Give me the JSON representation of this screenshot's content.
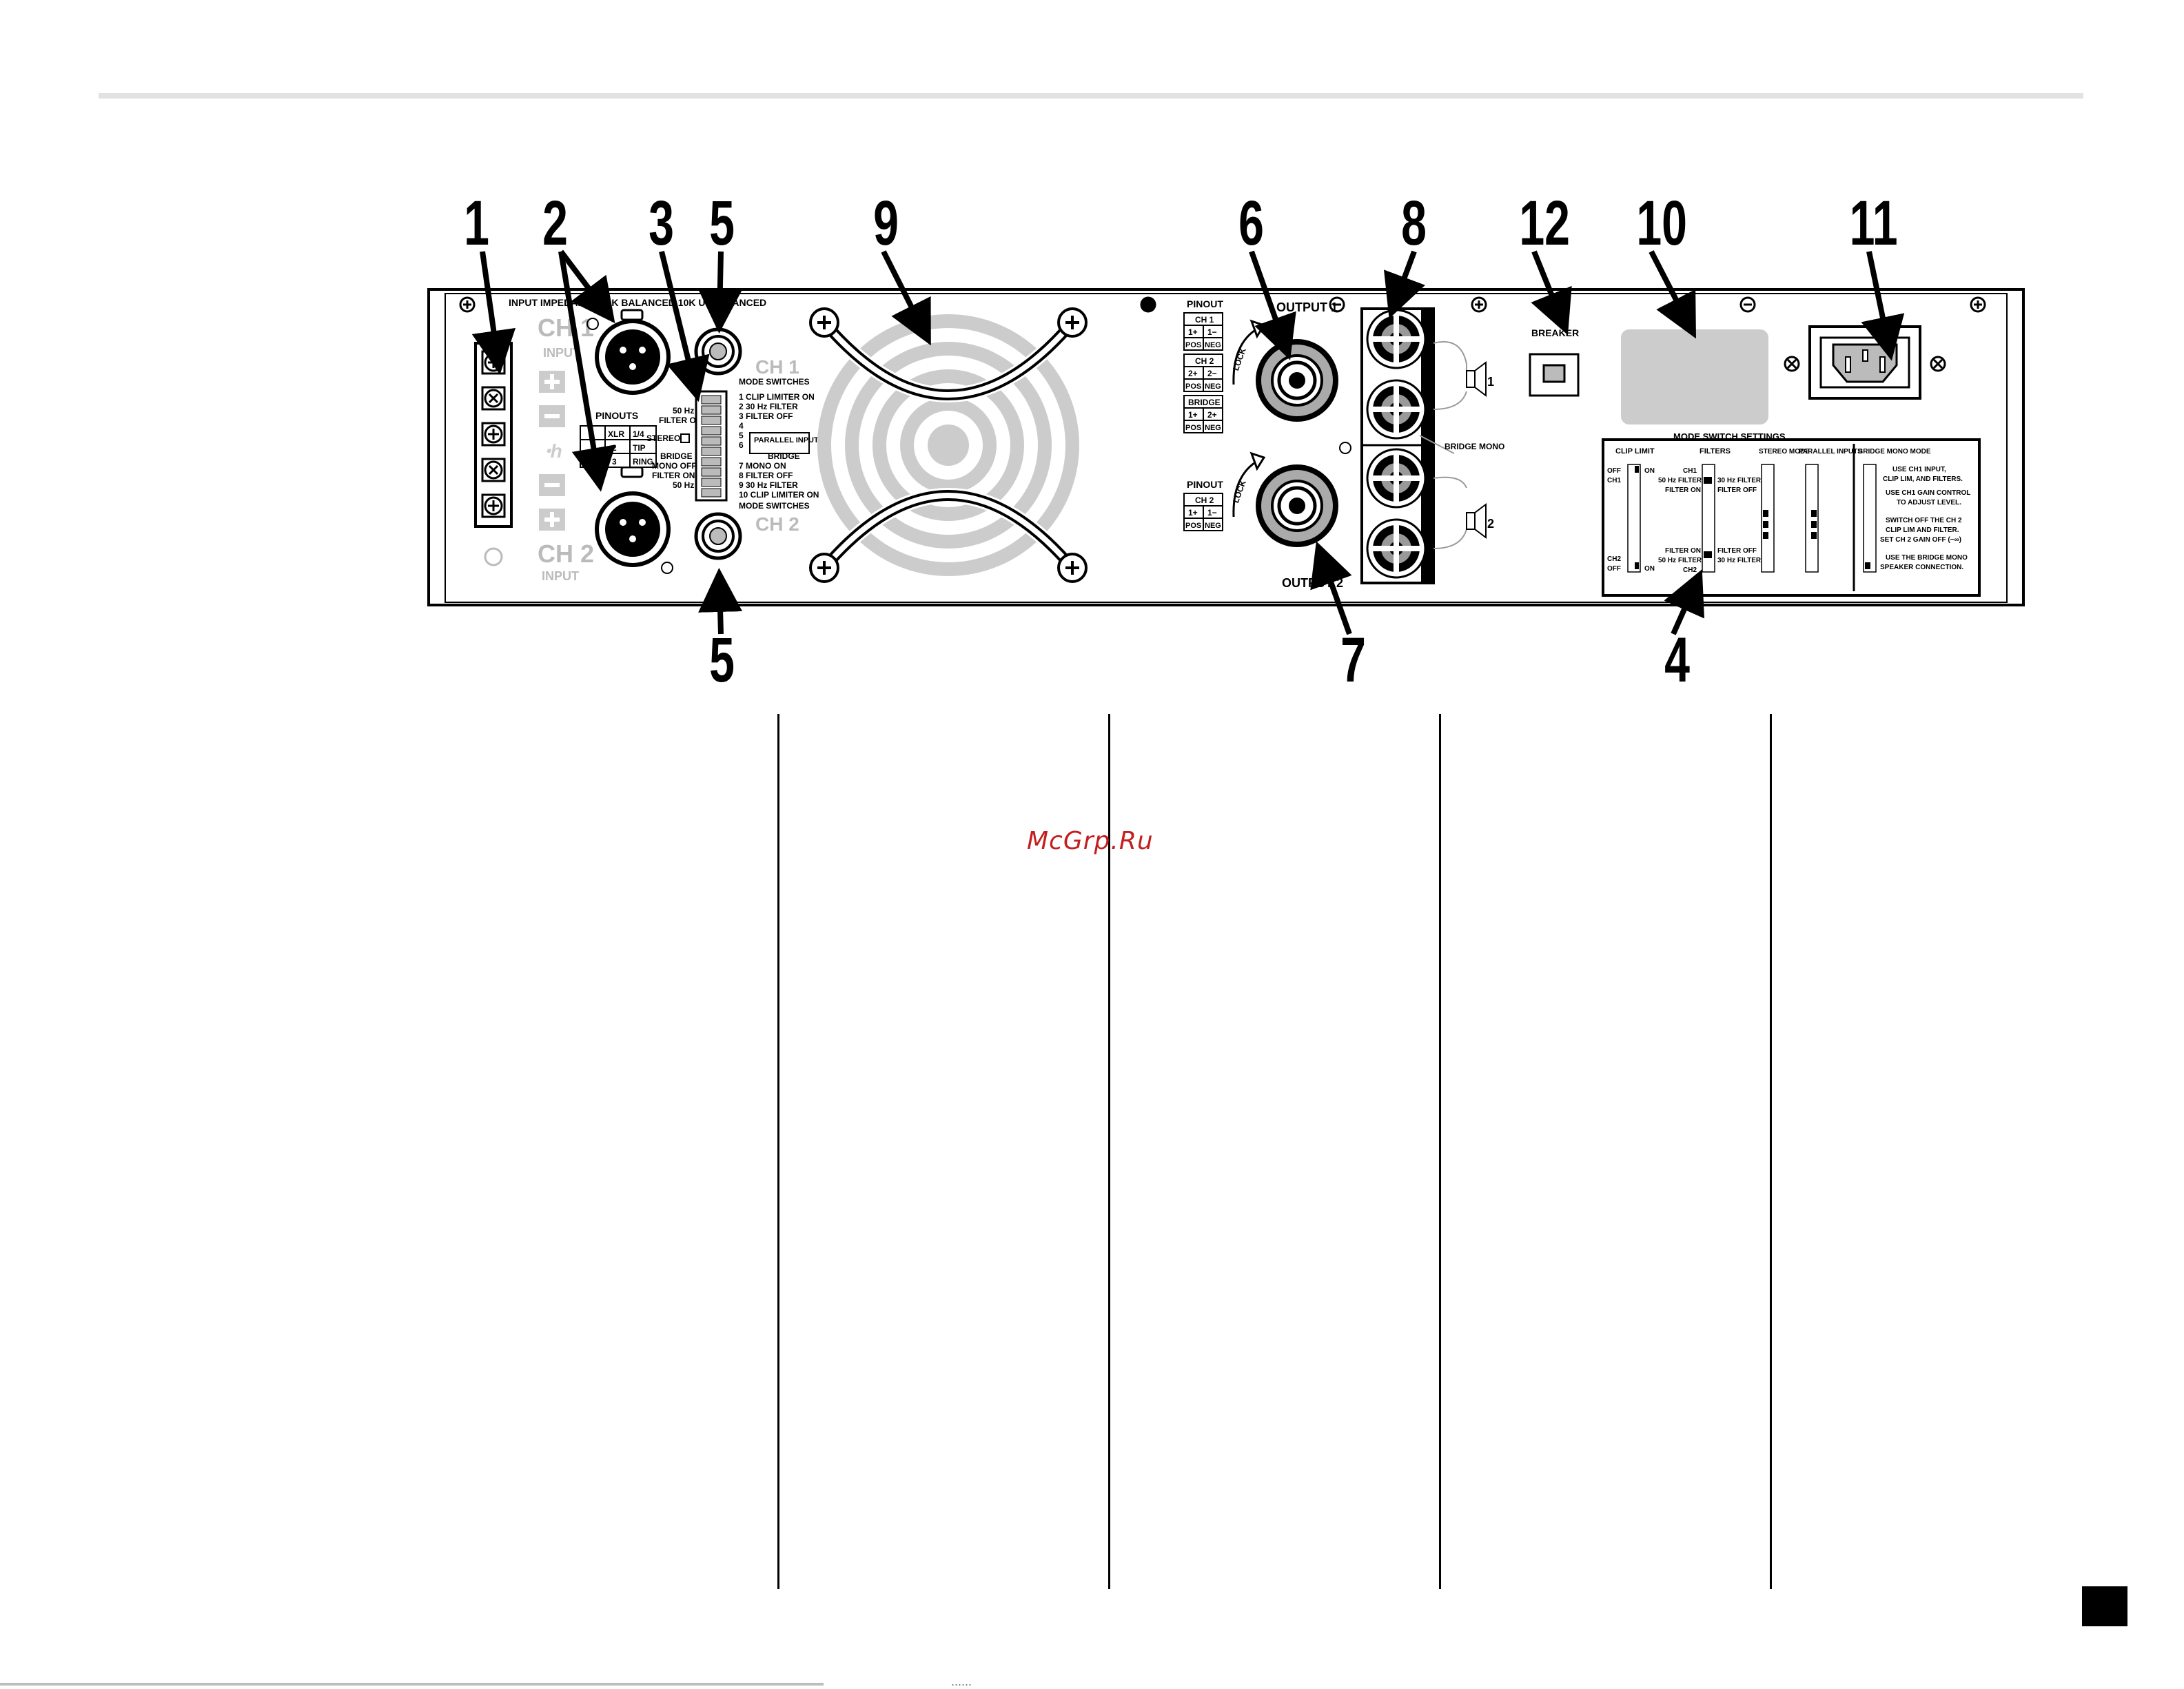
{
  "callouts": {
    "n1": "1",
    "n2": "2",
    "n3": "3",
    "n5a": "5",
    "n9": "9",
    "n6": "6",
    "n8": "8",
    "n12": "12",
    "n10": "10",
    "n11": "11",
    "n5b": "5",
    "n7": "7",
    "n4": "4"
  },
  "panel": {
    "input_impedance": "INPUT IMPEDANCE 20K BALANCED 10K UNBALANCED",
    "ch1": "CH 1",
    "ch2": "CH 2",
    "input": "INPUT",
    "pinouts": "PINOUTS",
    "pinout_table": [
      "XLR",
      "1/4",
      "2",
      "TIP",
      "3",
      "RING"
    ],
    "filter_50": "50 Hz",
    "filter_on": "FILTER ON",
    "stereo": "STEREO",
    "bridge": "BRIDGE",
    "mono_off": "MONO OFF",
    "mode_switches": "MODE SWITCHES",
    "switch_list": [
      "1  CLIP LIMITER ON",
      "2  30 Hz FILTER",
      "3  FILTER OFF",
      "4",
      "5",
      "6",
      "7  MONO ON",
      "8  FILTER OFF",
      "9  30 Hz FILTER",
      "10 CLIP LIMITER ON"
    ],
    "parallel_inputs": "PARALLEL INPUTS",
    "bridge_mono_on": "BRIDGE",
    "pinout": "PINOUT",
    "pinout_ch1": [
      "CH 1",
      "1+",
      "1−",
      "POS",
      "NEG"
    ],
    "pinout_ch2": [
      "CH 2",
      "2+",
      "2−",
      "POS",
      "NEG"
    ],
    "pinout_bridge": [
      "BRIDGE",
      "1+",
      "2+",
      "POS",
      "NEG"
    ],
    "pinout_ch2_lower": [
      "CH 2",
      "1+",
      "1−",
      "POS",
      "NEG"
    ],
    "lock": "LOCK",
    "output1": "OUTPUT 1",
    "output2": "OUTPUT 2",
    "bridge_mono": "BRIDGE MONO",
    "speaker1": "1",
    "speaker2": "2",
    "breaker": "BREAKER",
    "mode_switch_settings": "MODE SWITCH SETTINGS",
    "ms_headers": [
      "CLIP LIMIT",
      "FILTERS",
      "STEREO MODE",
      "PARALLEL INPUTS",
      "BRIDGE MONO MODE"
    ],
    "ms_clip": [
      "OFF",
      "ON",
      "CH1",
      "CH2",
      "OFF",
      "ON"
    ],
    "ms_filters": [
      "CH1",
      "50 Hz FILTER",
      "30 Hz FILTER",
      "FILTER ON",
      "FILTER OFF",
      "FILTER ON",
      "FILTER OFF",
      "50 Hz FILTER",
      "30 Hz FILTER",
      "CH2"
    ],
    "ms_bridge_notes": [
      "USE CH1 INPUT,",
      "CLIP LIM, AND FILTERS.",
      "USE CH1 GAIN CONTROL",
      "TO ADJUST LEVEL.",
      "SWITCH OFF THE CH 2",
      "CLIP LIM AND FILTER.",
      "SET CH 2 GAIN OFF (−∞)",
      "USE THE BRIDGE MONO",
      "SPEAKER CONNECTION."
    ]
  },
  "watermark": "McGrp.Ru",
  "footer_fragment": "......"
}
